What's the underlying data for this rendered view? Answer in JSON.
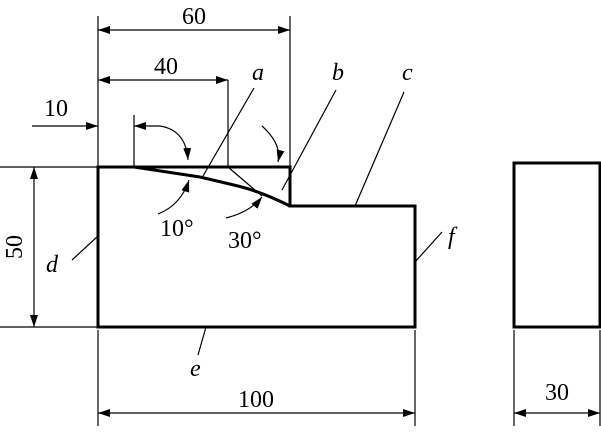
{
  "dimensions": {
    "width_60": "60",
    "width_40": "40",
    "width_10": "10",
    "height_50": "50",
    "width_100": "100",
    "thickness_30": "30"
  },
  "angles": {
    "angle_10": "10°",
    "angle_30": "30°"
  },
  "surface_labels": {
    "a": "a",
    "b": "b",
    "c": "c",
    "d": "d",
    "e": "e",
    "f": "f"
  }
}
